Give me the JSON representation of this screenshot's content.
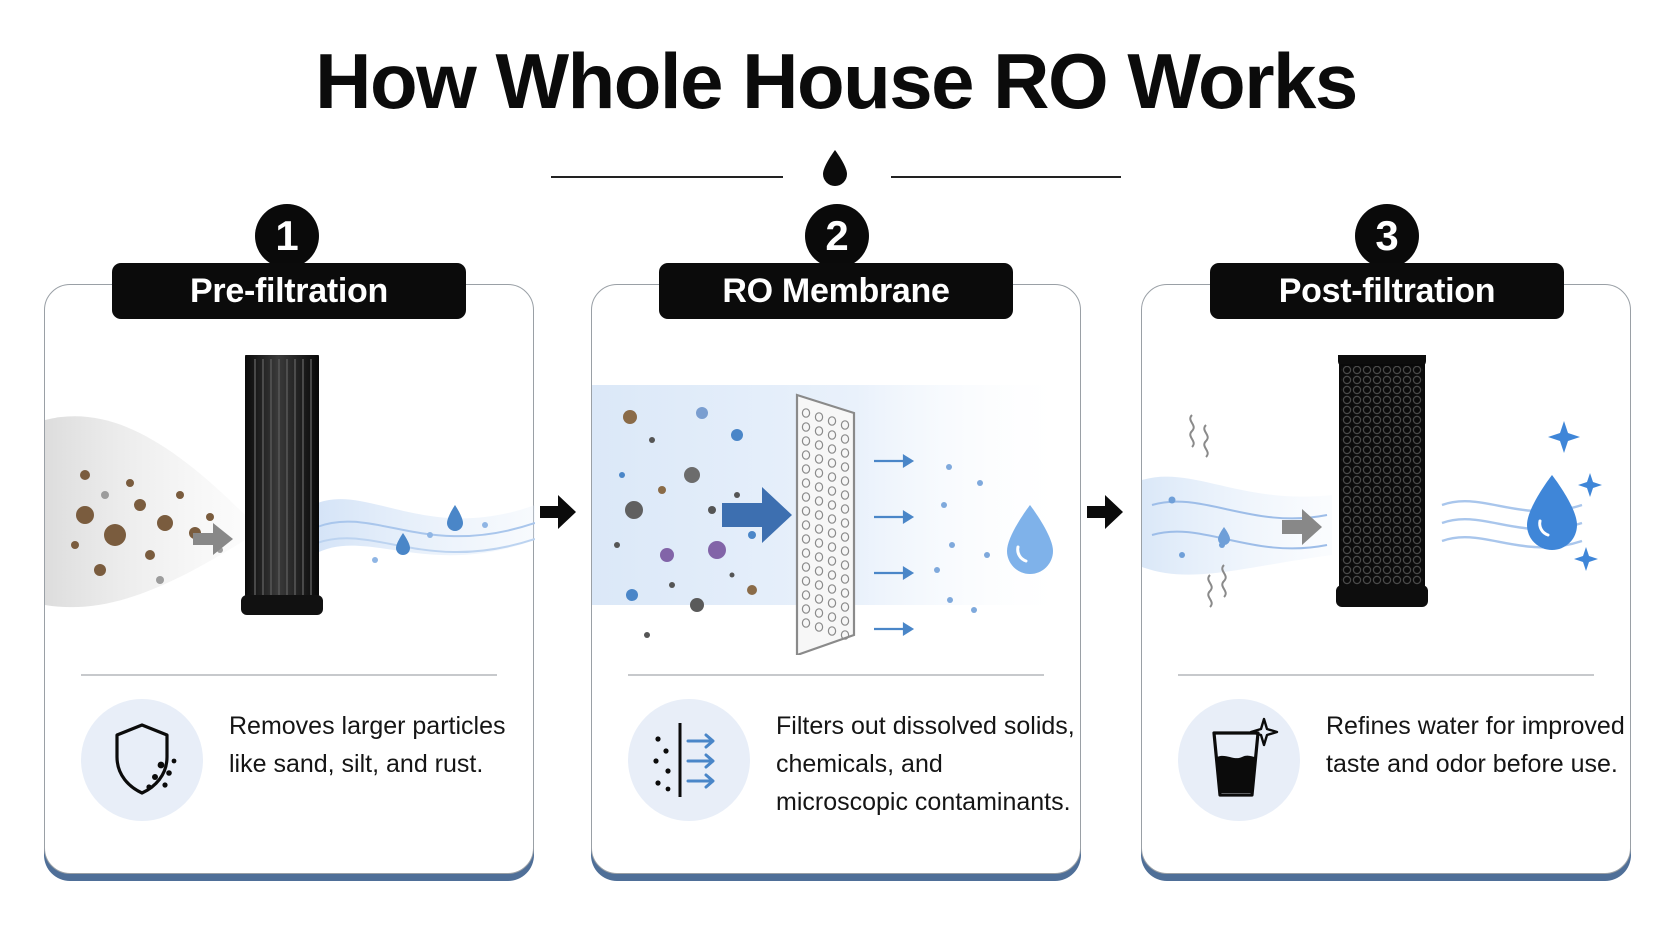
{
  "title": "How Whole House RO Works",
  "colors": {
    "accent": "#4a86c8",
    "dark": "#0b0b0b",
    "card_shadow": "#4f6f98",
    "icon_bg": "#e8eef8"
  },
  "steps": [
    {
      "number": "1",
      "label": "Pre-filtration",
      "description": "Removes larger particles like sand, silt, and rust.",
      "icon": "shield-particles-icon",
      "illustration": "sediment-cartridge"
    },
    {
      "number": "2",
      "label": "RO Membrane",
      "description": "Filters out dissolved solids, chemicals, and microscopic contaminants.",
      "icon": "membrane-flow-icon",
      "illustration": "membrane-sheet"
    },
    {
      "number": "3",
      "label": "Post-filtration",
      "description": "Refines water for improved taste and odor before use.",
      "icon": "sparkling-glass-icon",
      "illustration": "carbon-cartridge"
    }
  ]
}
